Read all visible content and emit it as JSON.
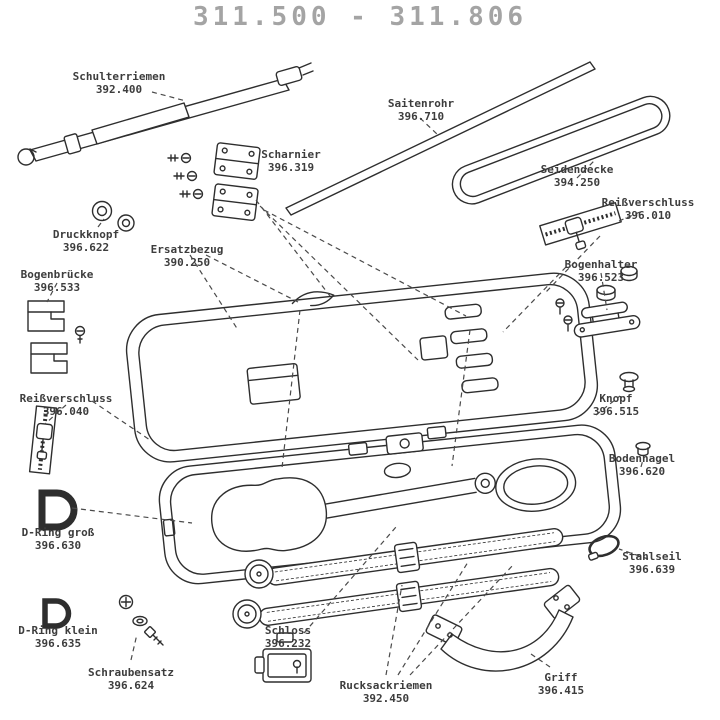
{
  "title": "311.500 - 311.806",
  "colors": {
    "line": "#2e2e2e",
    "label": "#3d3d3d",
    "title": "#a4a4a4",
    "background": "#ffffff"
  },
  "diagram_type": "exploded-parts-diagram-violin-case",
  "parts": [
    {
      "id": "schulterriemen",
      "name": "Schulterriemen",
      "number": "392.400"
    },
    {
      "id": "saitenrohr",
      "name": "Saitenrohr",
      "number": "396.710"
    },
    {
      "id": "scharnier",
      "name": "Scharnier",
      "number": "396.319"
    },
    {
      "id": "seidendecke",
      "name": "Seidendecke",
      "number": "394.250"
    },
    {
      "id": "reissverschluss-r",
      "name": "Reißverschluss",
      "number": "396.010"
    },
    {
      "id": "druckknopf",
      "name": "Druckknopf",
      "number": "396.622"
    },
    {
      "id": "ersatzbezug",
      "name": "Ersatzbezug",
      "number": "390.250"
    },
    {
      "id": "bogenhalter",
      "name": "Bogenhalter",
      "number": "396.523"
    },
    {
      "id": "bogenbruecke",
      "name": "Bogenbrücke",
      "number": "396.533"
    },
    {
      "id": "reissverschluss-l",
      "name": "Reißverschluss",
      "number": "396.040"
    },
    {
      "id": "knopf",
      "name": "Knopf",
      "number": "396.515"
    },
    {
      "id": "bodennagel",
      "name": "Bodennagel",
      "number": "396.620"
    },
    {
      "id": "d-ring-gross",
      "name": "D-Ring groß",
      "number": "396.630"
    },
    {
      "id": "stahlseil",
      "name": "Stahlseil",
      "number": "396.639"
    },
    {
      "id": "d-ring-klein",
      "name": "D-Ring klein",
      "number": "396.635"
    },
    {
      "id": "schraubensatz",
      "name": "Schraubensatz",
      "number": "396.624"
    },
    {
      "id": "schloss",
      "name": "Schloss",
      "number": "396.232"
    },
    {
      "id": "rucksackriemen",
      "name": "Rucksackriemen",
      "number": "392.450"
    },
    {
      "id": "griff",
      "name": "Griff",
      "number": "396.415"
    }
  ]
}
